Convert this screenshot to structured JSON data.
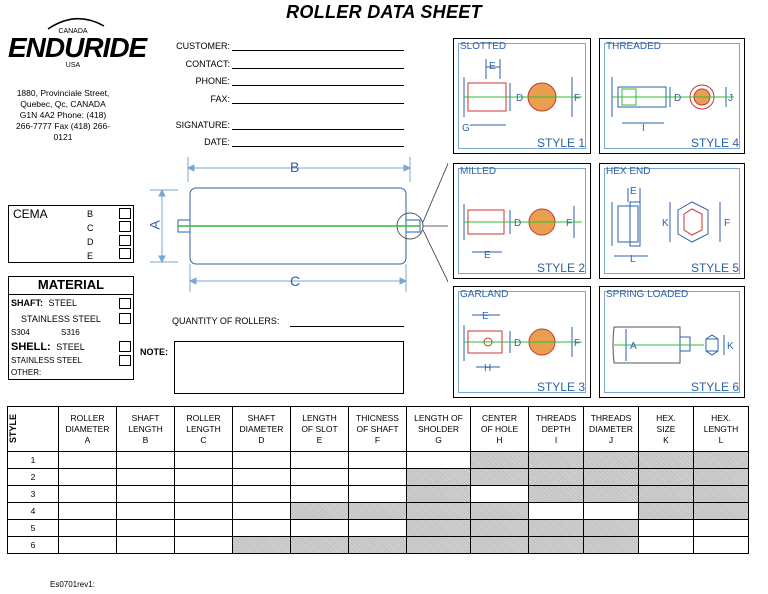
{
  "title": "ROLLER DATA SHEET",
  "logo": {
    "top": "CANADA",
    "brand": "ENDURIDE",
    "bottom": "USA"
  },
  "address": [
    "1880, Provinciale Street,",
    "Quebec, Qc, CANADA",
    "G1N 4A2 Phone: (418)",
    "266-7777 Fax (418) 266-",
    "0121"
  ],
  "form_fields": [
    {
      "label": "CUSTOMER:",
      "value": ""
    },
    {
      "label": "CONTACT:",
      "value": ""
    },
    {
      "label": "PHONE:",
      "value": ""
    },
    {
      "label": "FAX:",
      "value": ""
    }
  ],
  "signature_fields": [
    {
      "label": "SIGNATURE:",
      "value": ""
    },
    {
      "label": "DATE:",
      "value": ""
    }
  ],
  "roller_labels": {
    "b": "B",
    "a": "A",
    "c": "C"
  },
  "cema": {
    "title": "CEMA",
    "options": [
      "B",
      "C",
      "D",
      "E"
    ]
  },
  "material": {
    "title": "MATERIAL",
    "shaft_label": "SHAFT:",
    "shaft_steel": "STEEL",
    "shaft_stainless": "STAINLESS STEEL",
    "s304": "S304",
    "s316": "S316",
    "shell_label": "SHELL:",
    "shell_steel": "STEEL",
    "shell_stainless": "STAINLESS STEEL",
    "other": "OTHER:"
  },
  "quantity_label": "QUANTITY OF ROLLERS:",
  "note_label": "NOTE:",
  "styles": [
    {
      "name": "SLOTTED",
      "style": "STYLE 1",
      "dims": [
        "E",
        "D",
        "F",
        "G"
      ]
    },
    {
      "name": "THREADED",
      "style": "STYLE 4",
      "dims": [
        "D",
        "J",
        "I"
      ]
    },
    {
      "name": "MILLED",
      "style": "STYLE 2",
      "dims": [
        "D",
        "F",
        "E"
      ]
    },
    {
      "name": "HEX END",
      "style": "STYLE 5",
      "dims": [
        "E",
        "K",
        "F",
        "L"
      ]
    },
    {
      "name": "GARLAND",
      "style": "STYLE 3",
      "dims": [
        "E",
        "D",
        "F",
        "H"
      ]
    },
    {
      "name": "SPRING LOADED",
      "style": "STYLE 6",
      "dims": [
        "A",
        "K"
      ]
    }
  ],
  "table": {
    "headers": [
      [
        "STYLE"
      ],
      [
        "ROLLER",
        "DIAMETER",
        "A"
      ],
      [
        "SHAFT",
        "LENGTH",
        "B"
      ],
      [
        "ROLLER",
        "LENGTH",
        "C"
      ],
      [
        "SHAFT",
        "DIAMETER",
        "D"
      ],
      [
        "LENGTH",
        "OF SLOT",
        "E"
      ],
      [
        "THICNESS",
        "OF SHAFT",
        "F"
      ],
      [
        "LENGTH OF",
        "SHOLDER",
        "G"
      ],
      [
        "CENTER",
        "OF HOLE",
        "H"
      ],
      [
        "THREADS",
        "DEPTH",
        "I"
      ],
      [
        "THREADS",
        "DIAMETER",
        "J"
      ],
      [
        "HEX.",
        "SIZE",
        "K"
      ],
      [
        "HEX.",
        "LENGTH",
        "L"
      ]
    ],
    "rows": [
      {
        "style": "1",
        "shaded": [
          8,
          9,
          10,
          11,
          12
        ]
      },
      {
        "style": "2",
        "shaded": [
          7,
          8,
          9,
          10,
          11,
          12
        ]
      },
      {
        "style": "3",
        "shaded": [
          7,
          9,
          10,
          11,
          12
        ]
      },
      {
        "style": "4",
        "shaded": [
          5,
          6,
          7,
          8,
          11,
          12
        ]
      },
      {
        "style": "5",
        "shaded": [
          7,
          8,
          9,
          10
        ]
      },
      {
        "style": "6",
        "shaded": [
          4,
          5,
          6,
          7,
          8,
          9,
          10
        ]
      }
    ]
  },
  "footer": "Es0701rev1:",
  "colors": {
    "accent": "#2d62a8",
    "line": "#7aa7d0",
    "shaft": "#33bb33",
    "copper": "#e8a050",
    "shaded": "#c9c9c9"
  }
}
